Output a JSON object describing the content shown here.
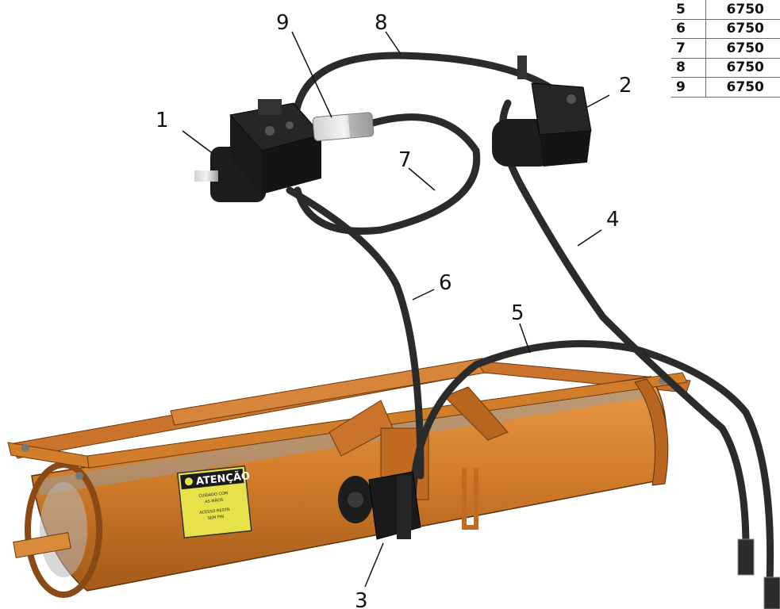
{
  "callouts": [
    {
      "id": "1",
      "label": "1"
    },
    {
      "id": "2",
      "label": "2"
    },
    {
      "id": "3",
      "label": "3"
    },
    {
      "id": "4",
      "label": "4"
    },
    {
      "id": "5",
      "label": "5"
    },
    {
      "id": "6",
      "label": "6"
    },
    {
      "id": "7",
      "label": "7"
    },
    {
      "id": "8",
      "label": "8"
    },
    {
      "id": "9",
      "label": "9"
    }
  ],
  "parts_table": {
    "rows": [
      {
        "item": "5",
        "value": "6750"
      },
      {
        "item": "6",
        "value": "6750"
      },
      {
        "item": "7",
        "value": "6750"
      },
      {
        "item": "8",
        "value": "6750"
      },
      {
        "item": "9",
        "value": "6750"
      }
    ]
  },
  "warning_label": {
    "title": "ATENÇÃO",
    "lines": [
      "CUIDADO COM",
      "AS MÃOS",
      "ACESSO RESTR.",
      "SEM PIN"
    ]
  },
  "colors": {
    "body_orange": "#d27d2a",
    "body_orange_dark": "#a85e1c",
    "hose_black": "#2b2b2b",
    "pump_black": "#1d1d1d",
    "warning_yellow": "#e8e24a"
  }
}
